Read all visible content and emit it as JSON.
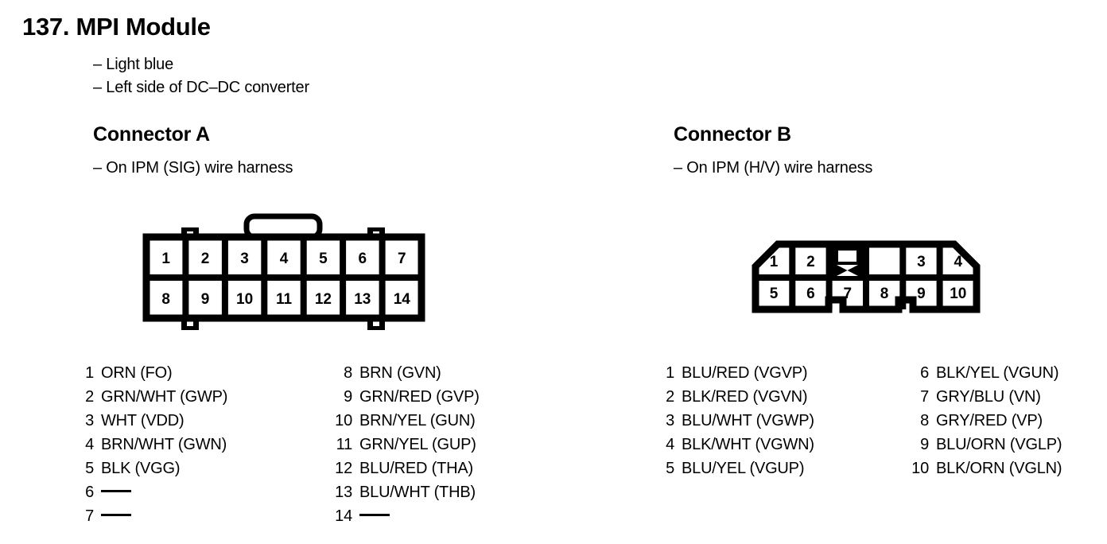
{
  "page": {
    "title": "137. MPI Module",
    "module_notes": [
      "– Light blue",
      "– Left side of DC–DC converter"
    ]
  },
  "connector_a": {
    "title": "Connector A",
    "subtitle": "– On IPM (SIG) wire harness",
    "diagram": {
      "top_row_pins": [
        "1",
        "2",
        "3",
        "4",
        "5",
        "6",
        "7"
      ],
      "bottom_row_pins": [
        "8",
        "9",
        "10",
        "11",
        "12",
        "13",
        "14"
      ]
    },
    "pins_left": [
      {
        "num": "1",
        "label": "ORN (FO)"
      },
      {
        "num": "2",
        "label": "GRN/WHT (GWP)"
      },
      {
        "num": "3",
        "label": "WHT (VDD)"
      },
      {
        "num": "4",
        "label": "BRN/WHT (GWN)"
      },
      {
        "num": "5",
        "label": "BLK (VGG)"
      },
      {
        "num": "6",
        "label": ""
      },
      {
        "num": "7",
        "label": ""
      }
    ],
    "pins_right": [
      {
        "num": "8",
        "label": "BRN (GVN)"
      },
      {
        "num": "9",
        "label": "GRN/RED (GVP)"
      },
      {
        "num": "10",
        "label": "BRN/YEL (GUN)"
      },
      {
        "num": "11",
        "label": "GRN/YEL (GUP)"
      },
      {
        "num": "12",
        "label": "BLU/RED (THA)"
      },
      {
        "num": "13",
        "label": "BLU/WHT (THB)"
      },
      {
        "num": "14",
        "label": ""
      }
    ]
  },
  "connector_b": {
    "title": "Connector B",
    "subtitle": "– On IPM (H/V) wire harness",
    "diagram": {
      "top_row_pins": [
        "1",
        "2",
        "3",
        "4"
      ],
      "bottom_row_pins": [
        "5",
        "6",
        "7",
        "8",
        "9",
        "10"
      ]
    },
    "pins_left": [
      {
        "num": "1",
        "label": "BLU/RED (VGVP)"
      },
      {
        "num": "2",
        "label": "BLK/RED (VGVN)"
      },
      {
        "num": "3",
        "label": "BLU/WHT (VGWP)"
      },
      {
        "num": "4",
        "label": "BLK/WHT (VGWN)"
      },
      {
        "num": "5",
        "label": "BLU/YEL (VGUP)"
      }
    ],
    "pins_right": [
      {
        "num": "6",
        "label": "BLK/YEL (VGUN)"
      },
      {
        "num": "7",
        "label": "GRY/BLU (VN)"
      },
      {
        "num": "8",
        "label": "GRY/RED (VP)"
      },
      {
        "num": "9",
        "label": "BLU/ORN (VGLP)"
      },
      {
        "num": "10",
        "label": "BLK/ORN (VGLN)"
      }
    ]
  },
  "colors": {
    "ink": "#000000",
    "paper": "#ffffff"
  }
}
